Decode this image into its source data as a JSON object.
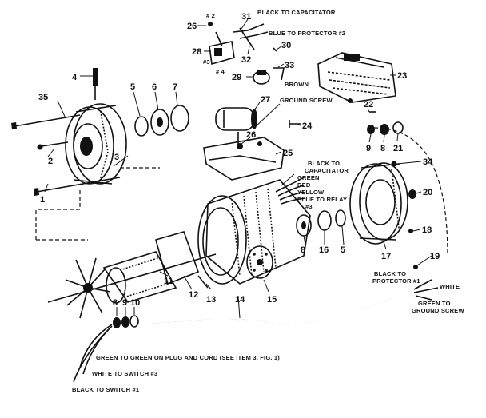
{
  "part_numbers": {
    "p1": "1",
    "p2": "2",
    "p3": "3",
    "p4": "4",
    "p5a": "5",
    "p5b": "5",
    "p6": "6",
    "p7": "7",
    "p8a": "8",
    "p8b": "8",
    "p8c": "8",
    "p9a": "9",
    "p9b": "9",
    "p10": "10",
    "p11": "11",
    "p12": "12",
    "p13": "13",
    "p14": "14",
    "p15": "15",
    "p16": "16",
    "p17": "17",
    "p18": "18",
    "p19": "19",
    "p20": "20",
    "p21": "21",
    "p22": "22",
    "p23": "23",
    "p24": "24",
    "p25": "25",
    "p26a": "26",
    "p26b": "26",
    "p27": "27",
    "p28": "28",
    "p29": "29",
    "p30": "30",
    "p31": "31",
    "p32": "32",
    "p33": "33",
    "p34": "34",
    "p35": "35",
    "t2": "# 2",
    "t3": "#3",
    "t4": "# 4"
  },
  "wire_notes": {
    "black_to_capacitator_top": "BLACK TO CAPACITATOR",
    "blue_to_protector": "BLUE TO PROTECTOR #2",
    "brown": "BROWN",
    "ground_screw": "GROUND SCREW",
    "black_to_capacitator_mid_1": "BLACK TO",
    "black_to_capacitator_mid_2": "CAPACITATOR",
    "green": "GREEN",
    "red": "RED",
    "yellow": "YELLOW",
    "blue_to_relay_1": "BLUE TO RELAY",
    "blue_to_relay_2": "#3",
    "black_to_protector_1": "BLACK TO",
    "black_to_protector_2": "PROTECTOR #1",
    "white": "WHITE",
    "green_to_ground_1": "GREEN TO",
    "green_to_ground_2": "GROUND SCREW",
    "green_to_green": "GREEN TO GREEN ON PLUG AND CORD (SEE ITEM 3, FIG. 1)",
    "white_to_switch": "WHITE TO SWITCH #3",
    "black_to_switch": "BLACK TO SWITCH #1"
  }
}
